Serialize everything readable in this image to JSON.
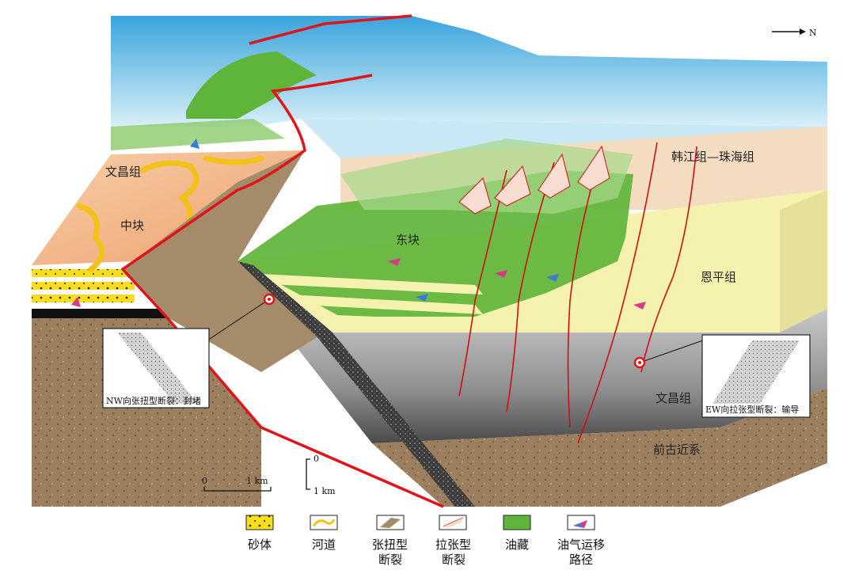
{
  "north_arrow": {
    "label": "N"
  },
  "formations": {
    "hanjiang": "韩江组—珠海组",
    "enping": "恩平组",
    "wenchang_east": "文昌组",
    "wenchang_west": "文昌组",
    "pre_paleogene": "前古近系"
  },
  "blocks": {
    "middle": "中块",
    "east": "东块"
  },
  "insets": {
    "nw_fault": "NW向张扭型断裂：封堵",
    "ew_fault": "EW向拉张型断裂：输导"
  },
  "scale": {
    "horizontal_zero": "0",
    "horizontal_end": "1 km",
    "vertical_zero": "0",
    "vertical_end": "1 km"
  },
  "legend": [
    {
      "id": "sand",
      "label": [
        "砂体"
      ],
      "swatch": "sand-swatch"
    },
    {
      "id": "channel",
      "label": [
        "河道"
      ],
      "swatch": "channel-swatch"
    },
    {
      "id": "transtension",
      "label": [
        "张扭型",
        "断裂"
      ],
      "swatch": "transtension-fault-swatch"
    },
    {
      "id": "extension",
      "label": [
        "拉张型",
        "断裂"
      ],
      "swatch": "extension-fault-swatch"
    },
    {
      "id": "reservoir",
      "label": [
        "油藏"
      ],
      "swatch": "reservoir-swatch"
    },
    {
      "id": "migration",
      "label": [
        "油气运移",
        "路径"
      ],
      "swatch": "migration-path-swatch"
    }
  ],
  "colors": {
    "sky_top": "#3aa4dc",
    "sky_bottom": "#d8eff8",
    "fault_zone": "#a48c6a",
    "fault_red": "#e0141b",
    "reservoir_green": "#5fb43a",
    "enping_yellow": "#f5f2b0",
    "basement": "#9b7f5e",
    "wenchang_gray": "#a0a0a0",
    "middle_orange": "#f2b98f",
    "sand_yellow": "#f7dd1c"
  }
}
